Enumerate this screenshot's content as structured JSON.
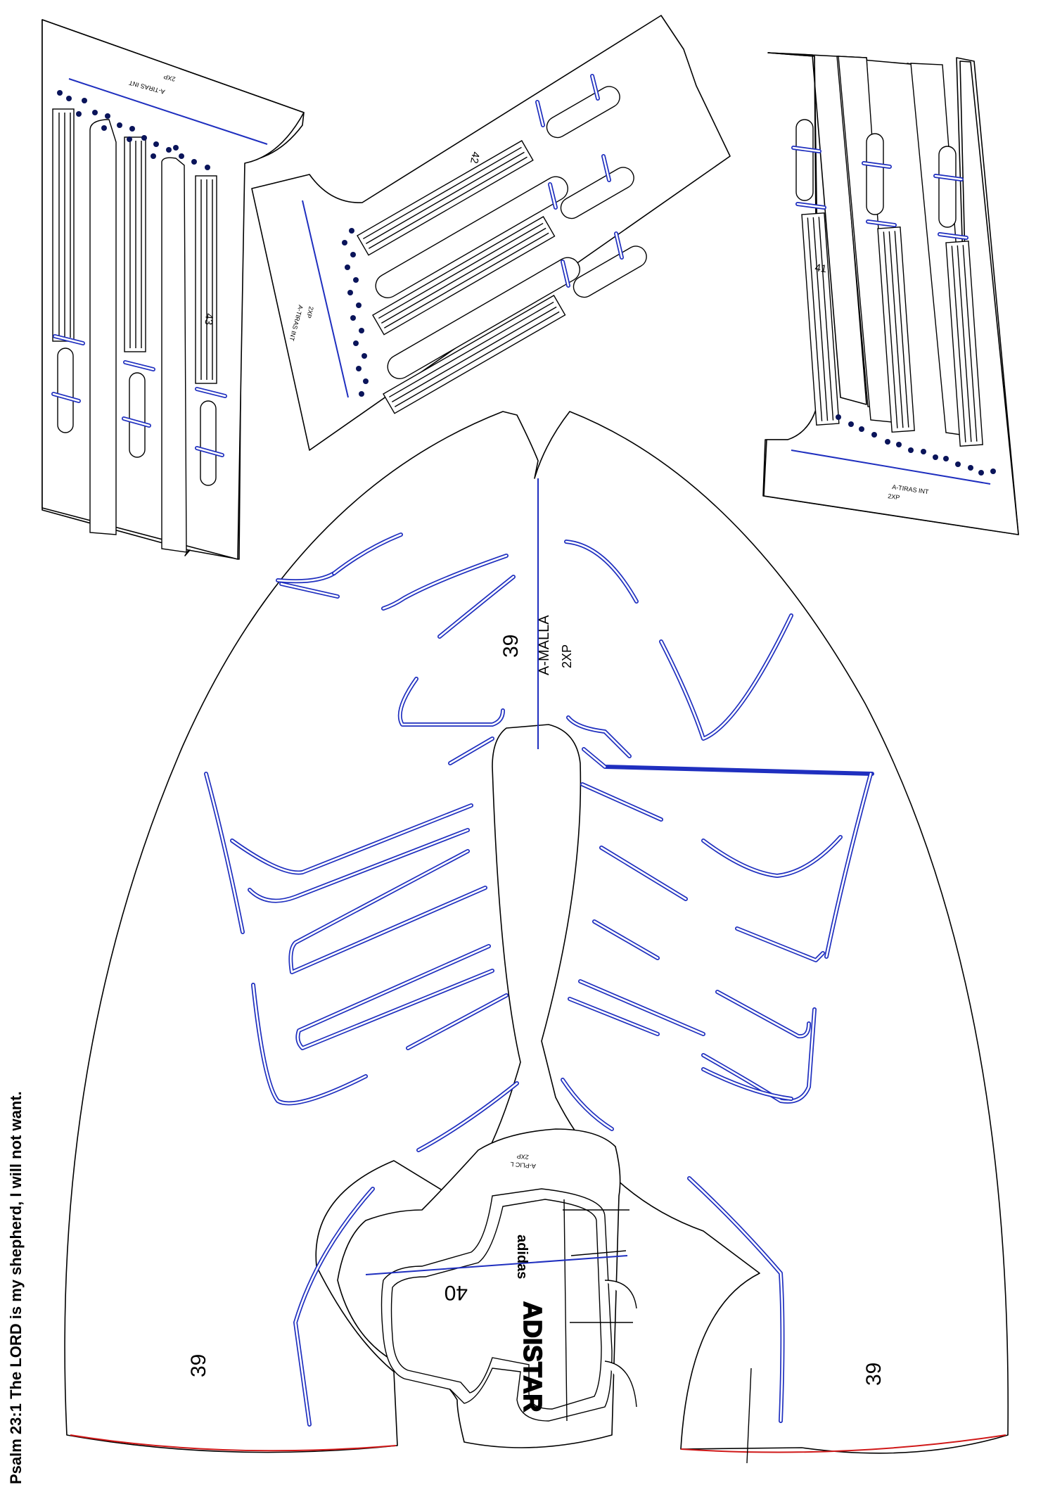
{
  "caption": "Psalm 23:1 The LORD is my shepherd, I will not want.",
  "pieces": {
    "tiras_left": {
      "name": "A-TIRAS INT",
      "qty": "2XP",
      "number": "43"
    },
    "tiras_middle": {
      "name": "A-TIRAS INT",
      "qty": "2XP",
      "number": "42"
    },
    "tiras_right": {
      "name": "A-TIRAS INT",
      "qty": "2XP",
      "number": "41"
    },
    "malla": {
      "name": "A-MALLA",
      "qty": "2XP",
      "number": "39",
      "number_left": "39",
      "number_right": "39"
    },
    "plic": {
      "name": "A-PLIC L",
      "qty": "2XP",
      "number": "40",
      "brand": "adidas",
      "model": "ADISTAR"
    }
  },
  "colors": {
    "outline": "#000000",
    "guide": "#1f2fbf",
    "hem": "#d01818",
    "dots": "#0a145a"
  }
}
